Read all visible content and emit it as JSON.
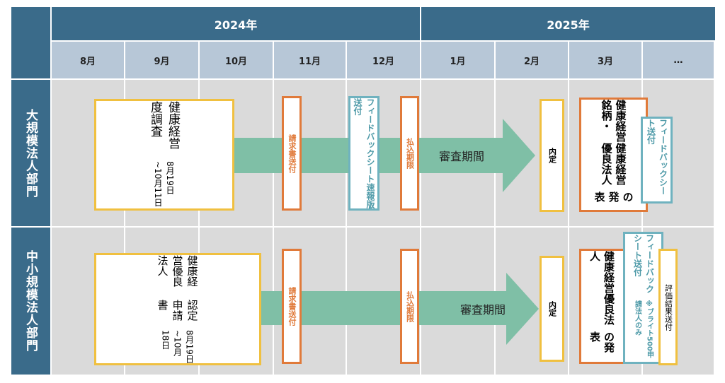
{
  "header": {
    "years": [
      "2024年",
      "2025年"
    ],
    "months": [
      "8月",
      "9月",
      "10月",
      "11月",
      "12月",
      "1月",
      "2月",
      "3月",
      "…"
    ]
  },
  "rows": [
    {
      "label": "大規模法人部門",
      "survey_title": "健康経営度調査",
      "survey_period": "8月19日~10月11日",
      "invoice": "請求書送付",
      "feedback_early": "フィードバックシート速報版送付",
      "payment_deadline": "払込期限",
      "review": "審査期間",
      "naitei": "内定",
      "announce": [
        "健康経営銘柄・",
        "健康経営優良法人",
        "の発表"
      ],
      "feedback": "フィードバックシート送付"
    },
    {
      "label": "中小規模法人部門",
      "survey_title": [
        "健康経営優良法人",
        "認定申請書"
      ],
      "survey_period": "8月19日~10月18日",
      "invoice": "請求書送付",
      "payment_deadline": "払込期限",
      "review": "審査期間",
      "naitei": "内定",
      "announce": [
        "健康経営優良法人",
        "の発表"
      ],
      "feedback": "フィードバックシート送付",
      "feedback_note": "※ブライト500申請法人のみ",
      "result": "評価結果送付"
    }
  ],
  "colors": {
    "header": "#3a6b8a",
    "month": "#b7c7d7",
    "orange": "#e07a3a",
    "yellow": "#f0c040",
    "teal": "#6fb2bf",
    "green": "#7fbfa6"
  }
}
